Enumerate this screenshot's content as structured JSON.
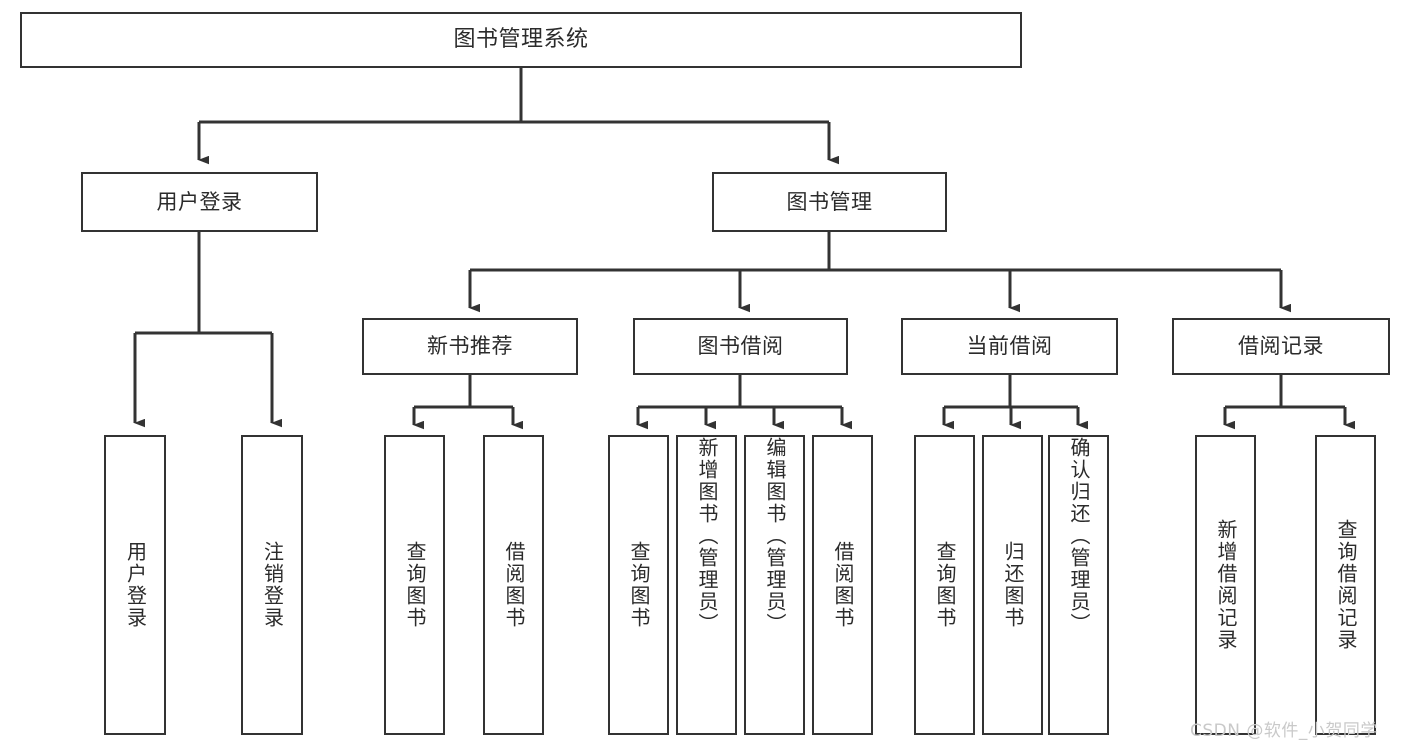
{
  "diagram": {
    "title": "图书管理系统",
    "type": "tree-hierarchy-diagram",
    "colors": {
      "box_border": "#333333",
      "box_fill": "#ffffff",
      "connector": "#333333",
      "text": "#2b2b2b",
      "watermark": "#c9c9c9",
      "background": "#ffffff"
    },
    "root": {
      "label": "图书管理系统"
    },
    "level1": [
      {
        "id": "user-login",
        "label": "用户登录"
      },
      {
        "id": "book-management",
        "label": "图书管理"
      }
    ],
    "level2": [
      {
        "id": "new-book-recommend",
        "label": "新书推荐"
      },
      {
        "id": "book-borrow",
        "label": "图书借阅"
      },
      {
        "id": "current-borrow",
        "label": "当前借阅"
      },
      {
        "id": "borrow-record",
        "label": "借阅记录"
      }
    ],
    "leaves": {
      "user_login": [
        {
          "id": "leaf-user-login",
          "label": "用户登录"
        },
        {
          "id": "leaf-logout-login",
          "label": "注销登录"
        }
      ],
      "new_book_recommend": [
        {
          "id": "leaf-query-book-1",
          "label": "查询图书"
        },
        {
          "id": "leaf-borrow-book-1",
          "label": "借阅图书"
        }
      ],
      "book_borrow": [
        {
          "id": "leaf-query-book-2",
          "label": "查询图书"
        },
        {
          "id": "leaf-add-book",
          "label": "新增图书（管理员）"
        },
        {
          "id": "leaf-edit-book",
          "label": "编辑图书（管理员）"
        },
        {
          "id": "leaf-borrow-book-2",
          "label": "借阅图书"
        }
      ],
      "current_borrow": [
        {
          "id": "leaf-query-book-3",
          "label": "查询图书"
        },
        {
          "id": "leaf-return-book",
          "label": "归还图书"
        },
        {
          "id": "leaf-confirm-return",
          "label": "确认归还（管理员）"
        }
      ],
      "borrow_record": [
        {
          "id": "leaf-add-record",
          "label": "新增借阅记录"
        },
        {
          "id": "leaf-query-record",
          "label": "查询借阅记录"
        }
      ]
    },
    "watermark": "CSDN @软件_小贺同学"
  }
}
